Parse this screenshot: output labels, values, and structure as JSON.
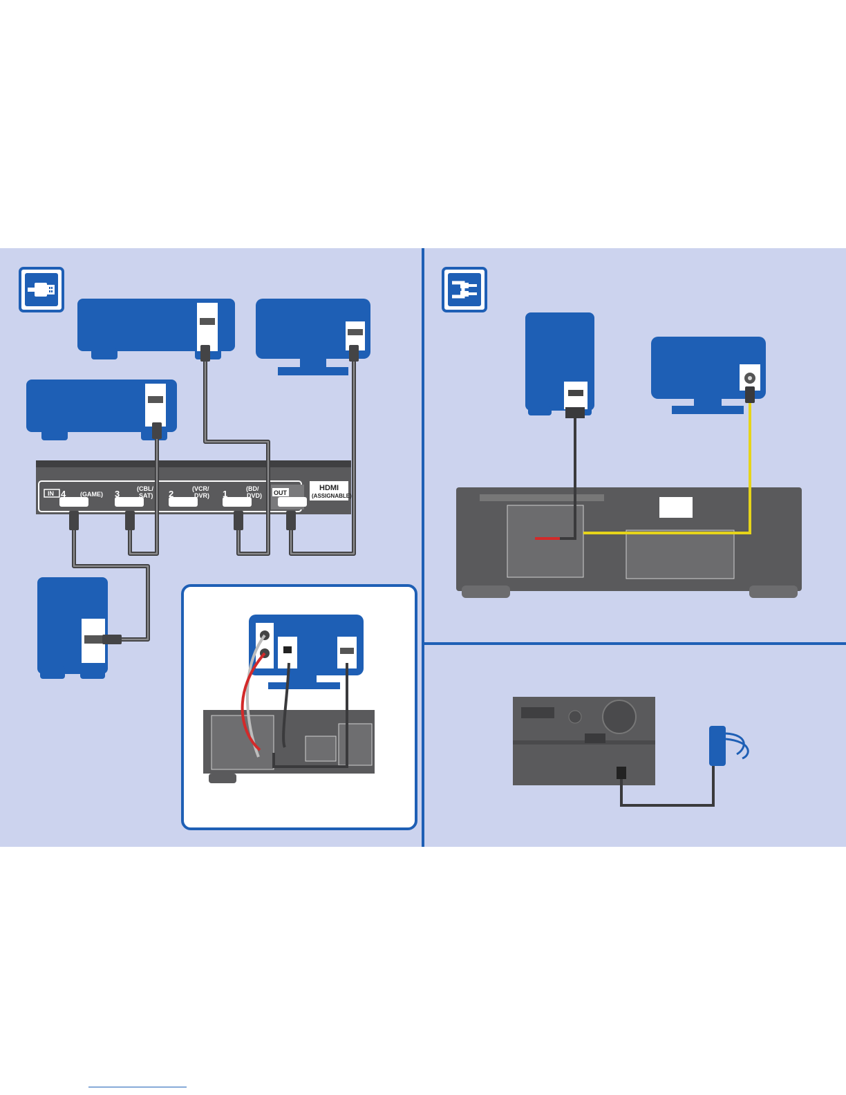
{
  "colors": {
    "panel_bg": "#ccd3ee",
    "brand_blue": "#1e5fb5",
    "receiver_gray": "#5a5a5c",
    "cable_gray": "#6b6b6d",
    "composite_yellow": "#e6d41a",
    "audio_red": "#d22a2a"
  },
  "icons": {
    "hdmi_section": "hdmi-plug-icon",
    "analog_section": "rca-plug-icon"
  },
  "hdmi_panel": {
    "in_label": "IN",
    "inputs": [
      {
        "number": "4",
        "name": "(GAME)"
      },
      {
        "number": "3",
        "name_line1": "(CBL/",
        "name_line2": "SAT)"
      },
      {
        "number": "2",
        "name_line1": "(VCR/",
        "name_line2": "DVR)"
      },
      {
        "number": "1",
        "name_line1": "(BD/",
        "name_line2": "DVD)"
      }
    ],
    "out_label": "OUT",
    "title": "HDMI",
    "subtitle": "(ASSIGNABLE)"
  }
}
